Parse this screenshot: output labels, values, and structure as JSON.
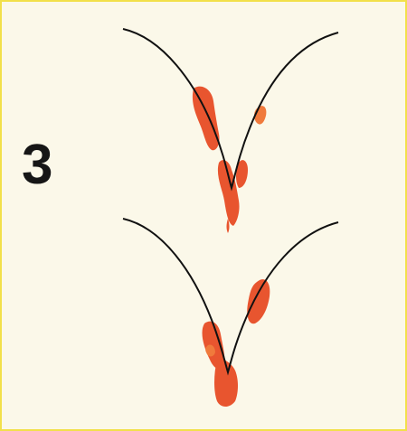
{
  "step": {
    "number": "3"
  },
  "colors": {
    "background": "#fbf8e9",
    "border": "#f2e04a",
    "curve": "#111111",
    "marking": "#e8552f",
    "marking_light": "#f07a3c"
  },
  "figures": [
    {
      "name": "upper-v-curve"
    },
    {
      "name": "lower-v-curve"
    }
  ]
}
